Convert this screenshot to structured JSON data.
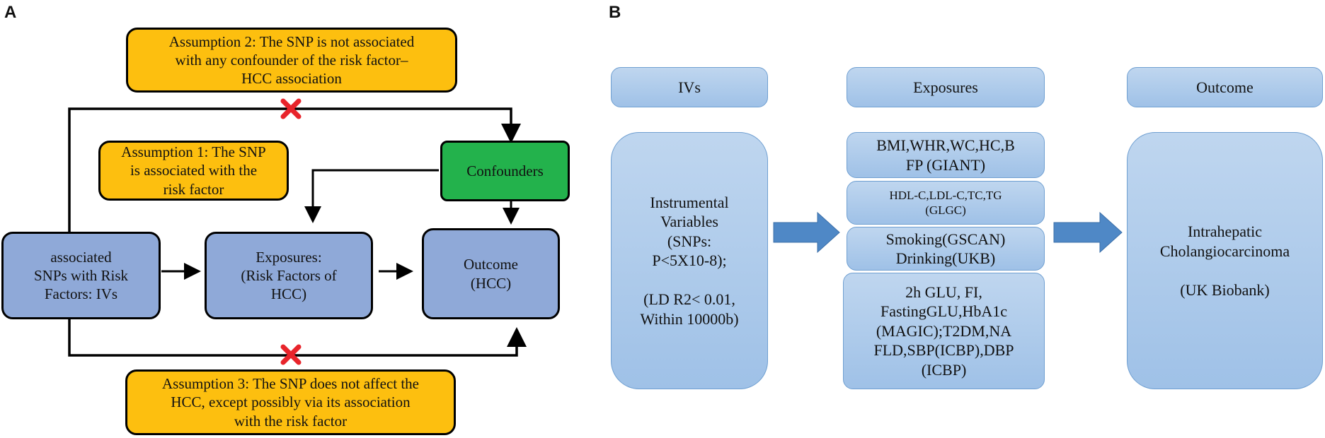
{
  "panel_a": {
    "label": "A",
    "assumption2": "Assumption 2: The SNP is not associated\nwith any confounder of the risk factor–\nHCC association",
    "assumption1": "Assumption 1: The SNP\nis associated with the\nrisk factor",
    "assumption3": "Assumption 3:  The SNP does not affect the\nHCC, except possibly via its association\nwith the risk factor",
    "confounders": "Confounders",
    "snps": "associated\nSNPs with Risk\nFactors: IVs",
    "exposures": "Exposures:\n(Risk Factors of\nHCC)",
    "outcome": "Outcome\n(HCC)"
  },
  "panel_b": {
    "label": "B",
    "header_ivs": "IVs",
    "header_exposures": "Exposures",
    "header_outcome": "Outcome",
    "ivs_body": "Instrumental\nVariables\n(SNPs:\nP<5X10-8);\n\n(LD R2< 0.01,\nWithin 10000b)",
    "exposure_items": [
      "BMI,WHR,WC,HC,B\nFP (GIANT)",
      "HDL-C,LDL-C,TC,TG\n(GLGC)",
      "Smoking(GSCAN)\nDrinking(UKB)",
      "2h GLU, FI,\nFastingGLU,HbA1c\n(MAGIC);T2DM,NA\nFLD,SBP(ICBP),DBP\n(ICBP)"
    ],
    "outcome_body": "Intrahepatic\nCholangiocarcinoma\n\n(UK Biobank)"
  },
  "colors": {
    "assumption_fill": "#fdbf0f",
    "confounder_fill": "#23b24c",
    "node_fill": "#8fa9d8",
    "light_blue": "#b3cdec",
    "arrow_blue": "#4f88c6",
    "cross_red": "#e8242b"
  }
}
